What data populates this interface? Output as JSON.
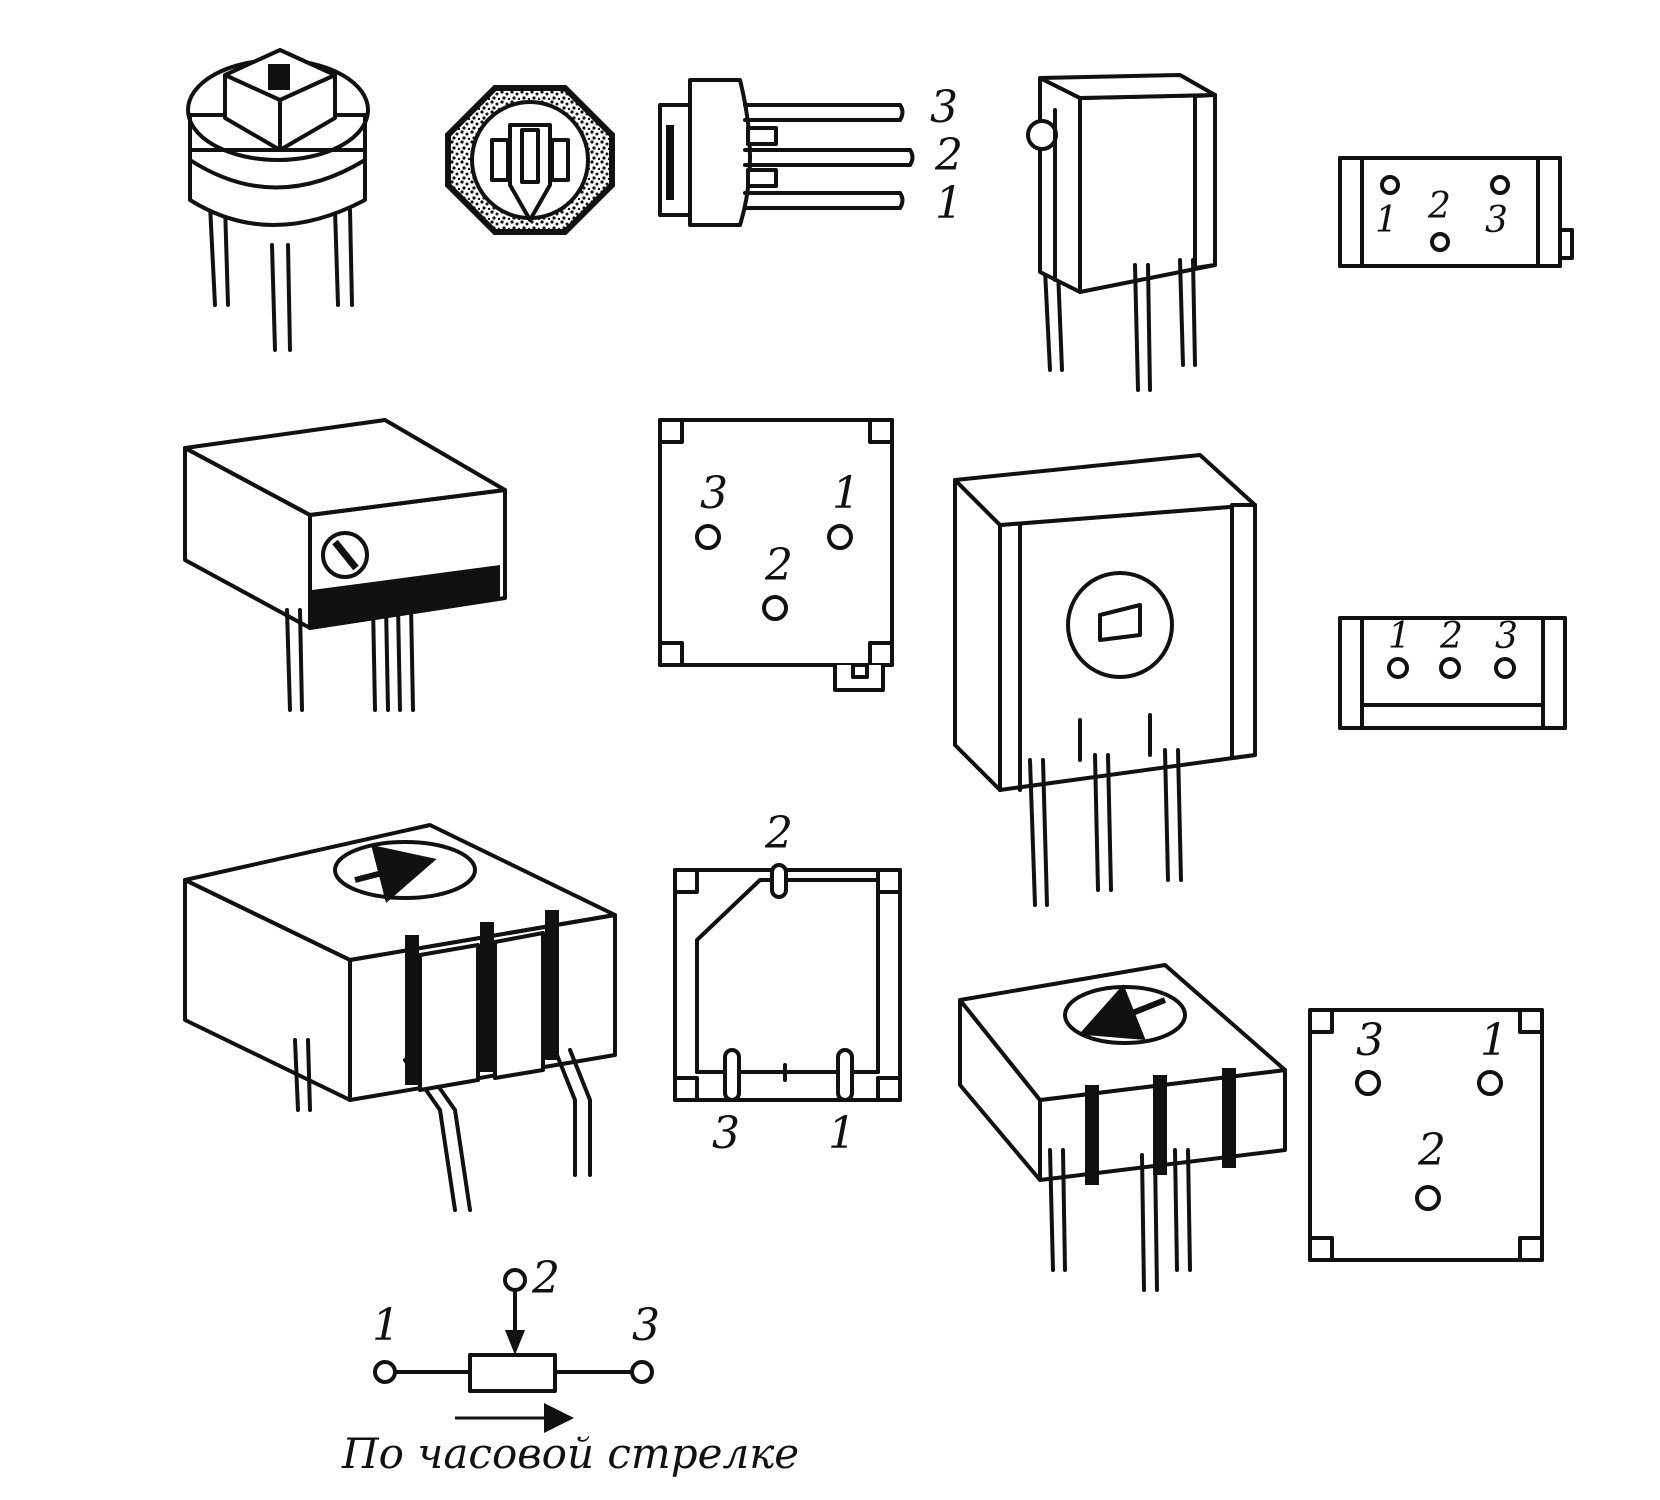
{
  "colors": {
    "ink": "#111111",
    "paper": "#ffffff"
  },
  "pin_labels": {
    "one": "1",
    "two": "2",
    "three": "3"
  },
  "schematic": {
    "terminal_left": "1",
    "terminal_wiper": "2",
    "terminal_right": "3",
    "caption": "По часовой стрелке"
  }
}
